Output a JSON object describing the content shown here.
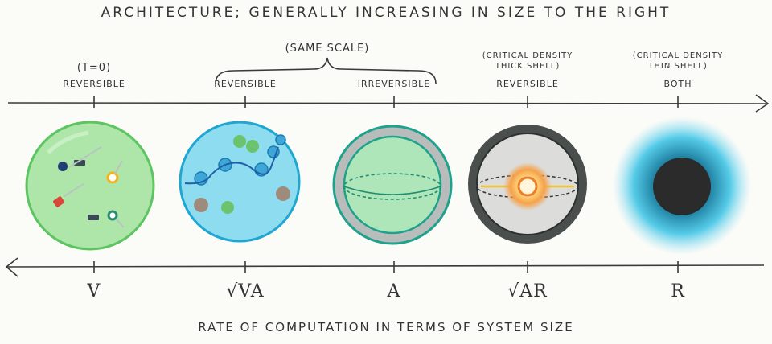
{
  "title": "ARCHITECTURE; GENERALLY INCREASING IN SIZE TO THE RIGHT",
  "same_scale_note": "(SAME SCALE)",
  "top_labels": [
    {
      "note": "(T=0)",
      "label": "REVERSIBLE"
    },
    {
      "note": "",
      "label": "REVERSIBLE"
    },
    {
      "note": "",
      "label": "IRREVERSIBLE"
    },
    {
      "note": "(CRITICAL DENSITY THICK SHELL)",
      "label": "REVERSIBLE"
    },
    {
      "note": "(CRITICAL DENSITY THIN SHELL)",
      "label": "BOTH"
    }
  ],
  "scale_labels": [
    "V",
    "√VA",
    "A",
    "√AR",
    "R"
  ],
  "footer": "RATE OF COMPUTATION IN TERMS OF SYSTEM SIZE",
  "colors": {
    "ink": "#3a3a3a",
    "green_fill": "#a8e6a6",
    "green_stroke": "#5cc561",
    "blue_fill": "#8ad9ee",
    "blue_stroke": "#1fa7d1",
    "teal_stroke": "#1fa28c",
    "grey_shell": "#8f9493",
    "star": "#f4a340",
    "blackhole": "#3cc3e3"
  }
}
